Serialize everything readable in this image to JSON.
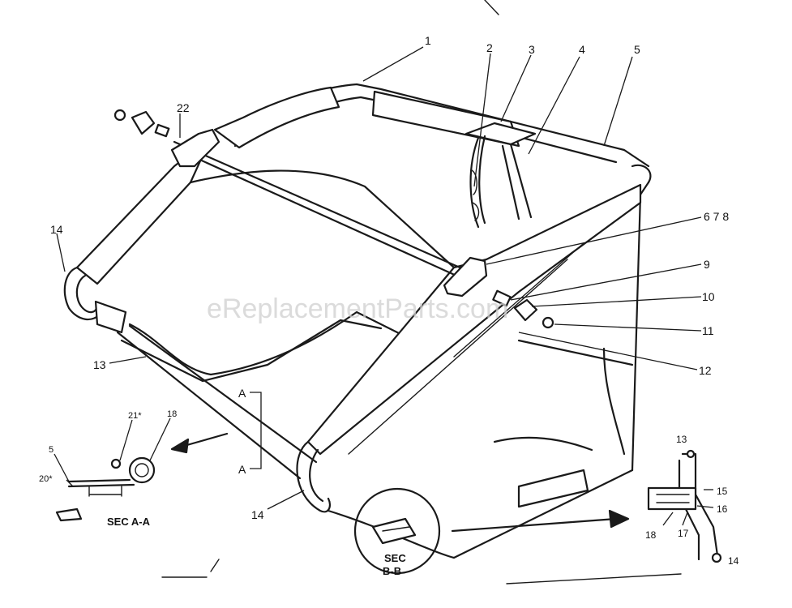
{
  "watermark": "eReplacementParts.com",
  "callouts": {
    "c1": "1",
    "c2": "2",
    "c3": "3",
    "c4": "4",
    "c5": "5",
    "c678": "6 7 8",
    "c9": "9",
    "c10": "10",
    "c11": "11",
    "c12": "12",
    "c13": "13",
    "c14a": "14",
    "c14b": "14",
    "c22": "22"
  },
  "section_a": {
    "label": "SEC A-A",
    "marker_top": "A",
    "marker_bottom": "A",
    "c5": "5",
    "c20": "20*",
    "c21": "21*",
    "c18": "18"
  },
  "section_b": {
    "label_line1": "SEC",
    "label_line2": "B-B"
  },
  "detail_right": {
    "c13": "13",
    "c15": "15",
    "c16": "16",
    "c17": "17",
    "c18": "18",
    "c14": "14"
  }
}
